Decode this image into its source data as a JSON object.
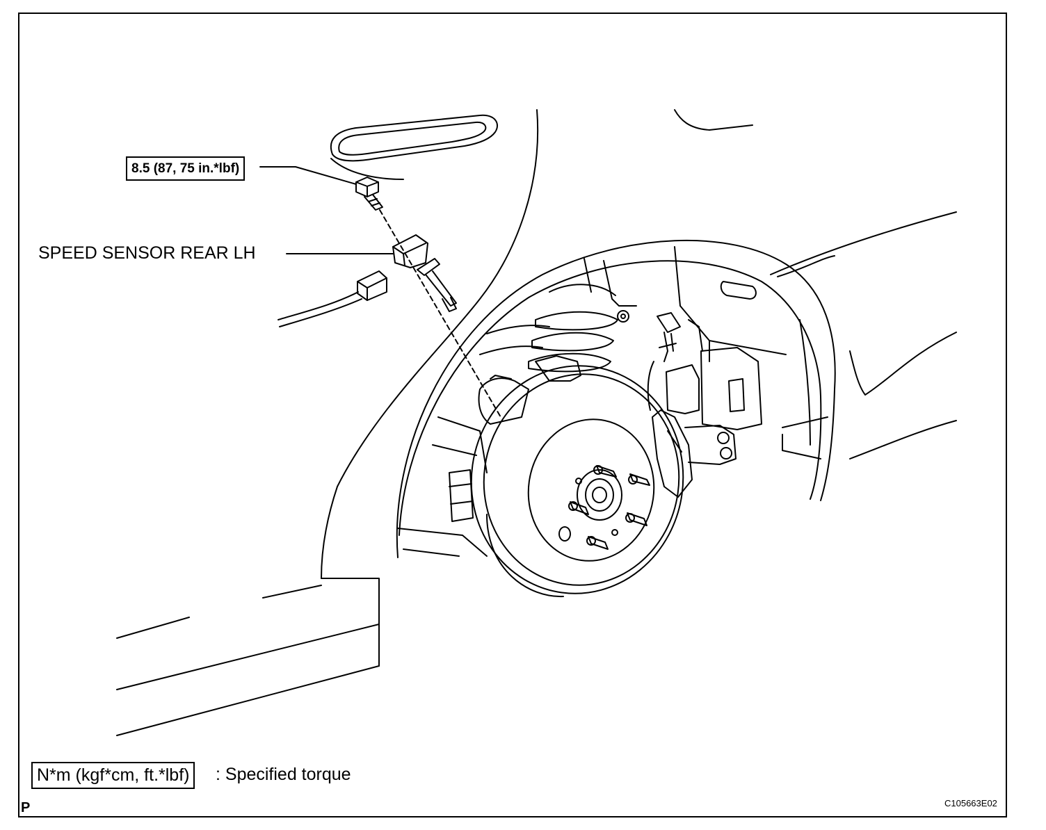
{
  "labels": {
    "torque_value": "8.5 (87, 75 in.*lbf)",
    "part_name": "SPEED SENSOR REAR LH"
  },
  "legend": {
    "unit_box": "N*m (kgf*cm, ft.*lbf)",
    "description": ": Specified torque"
  },
  "footer": {
    "corner_mark": "P",
    "figure_code": "C105663E02"
  }
}
